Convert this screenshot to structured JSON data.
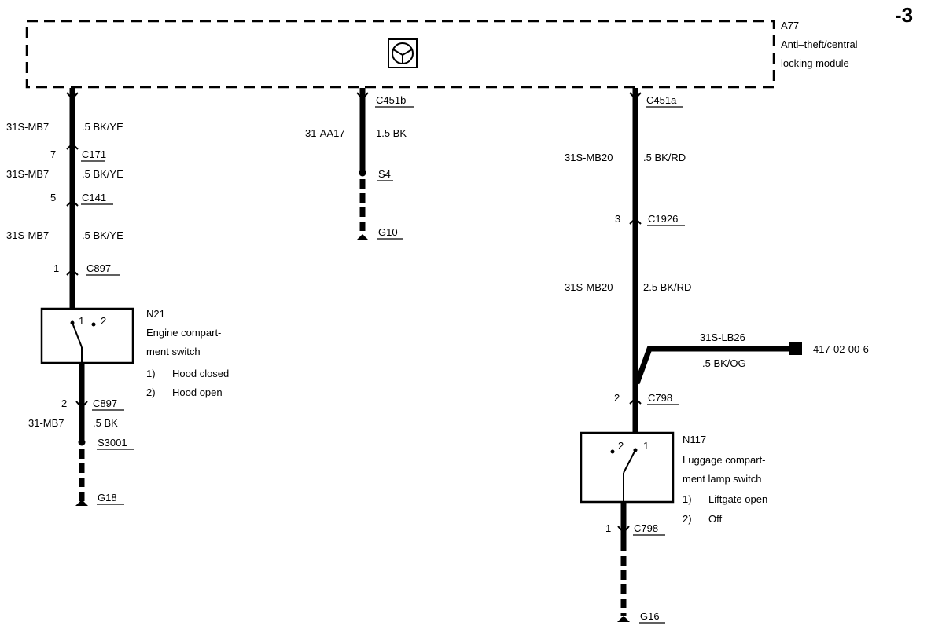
{
  "page_number": "-3",
  "module": {
    "id": "A77",
    "name_line1": "Anti–theft/central",
    "name_line2": "locking module",
    "icon": "steering-wheel-icon"
  },
  "left_branch": {
    "seg1_circuit": "31S-MB7",
    "seg1_wire": ".5 BK/YE",
    "c171_pin": "7",
    "c171": "C171",
    "seg2_circuit": "31S-MB7",
    "seg2_wire": ".5 BK/YE",
    "c141_pin": "5",
    "c141": "C141",
    "seg3_circuit": "31S-MB7",
    "seg3_wire": ".5 BK/YE",
    "c897_pin_top": "1",
    "c897_top": "C897",
    "switch_id": "N21",
    "switch_name_line1": "Engine compart-",
    "switch_name_line2": "ment switch",
    "switch_pin1": "1",
    "switch_pin2": "2",
    "state1_num": "1)",
    "state1_text": "Hood closed",
    "state2_num": "2)",
    "state2_text": "Hood open",
    "c897_pin_bottom": "2",
    "c897_bottom": "C897",
    "seg4_circuit": "31-MB7",
    "seg4_wire": ".5 BK",
    "splice": "S3001",
    "ground": "G18"
  },
  "middle_branch": {
    "connector": "C451b",
    "circuit": "31-AA17",
    "wire": "1.5 BK",
    "splice": "S4",
    "ground": "G10"
  },
  "right_branch": {
    "connector": "C451a",
    "seg1_circuit": "31S-MB20",
    "seg1_wire": ".5 BK/RD",
    "c1926_pin": "3",
    "c1926": "C1926",
    "seg2_circuit": "31S-MB20",
    "seg2_wire": "2.5 BK/RD",
    "branch_circuit": "31S-LB26",
    "branch_wire": ".5 BK/OG",
    "branch_reference": "417-02-00-6",
    "c798_pin_top": "2",
    "c798_top": "C798",
    "switch_id": "N117",
    "switch_name_line1": "Luggage compart-",
    "switch_name_line2": "ment lamp switch",
    "switch_pin2": "2",
    "switch_pin1": "1",
    "state1_num": "1)",
    "state1_text": "Liftgate open",
    "state2_num": "2)",
    "state2_text": "Off",
    "c798_pin_bottom": "1",
    "c798_bottom": "C798",
    "ground": "G16"
  }
}
